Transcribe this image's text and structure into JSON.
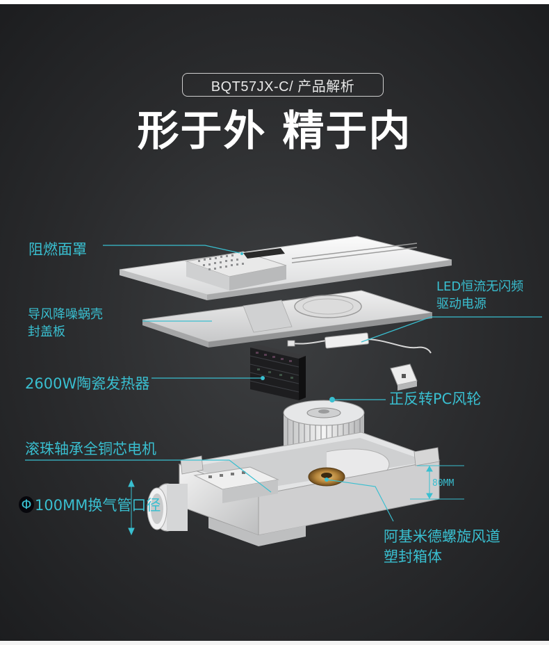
{
  "header": {
    "model_tag": "BQT57JX-C/ 产品解析",
    "headline": "形于外 精于内"
  },
  "labels": {
    "flame_retardant_panel": "阻燃面罩",
    "scroll_cover_line1": "导风降噪蜗壳",
    "scroll_cover_line2": "封盖板",
    "led_driver_line1": "LED恒流无闪频",
    "led_driver_line2": "驱动电源",
    "ceramic_heater": "2600W陶瓷发热器",
    "pc_wheel": "正反转PC风轮",
    "copper_motor": "滚珠轴承全铜芯电机",
    "duct_diameter_symbol": "Φ",
    "duct_diameter_text": "100MM换气管口径",
    "duct_box_line1": "阿基米德螺旋风道",
    "duct_box_line2": "塑封箱体",
    "height_dim": "80MM"
  },
  "colors": {
    "accent": "#39bfd0",
    "background": "#2a2b2d",
    "headline": "#ffffff"
  }
}
